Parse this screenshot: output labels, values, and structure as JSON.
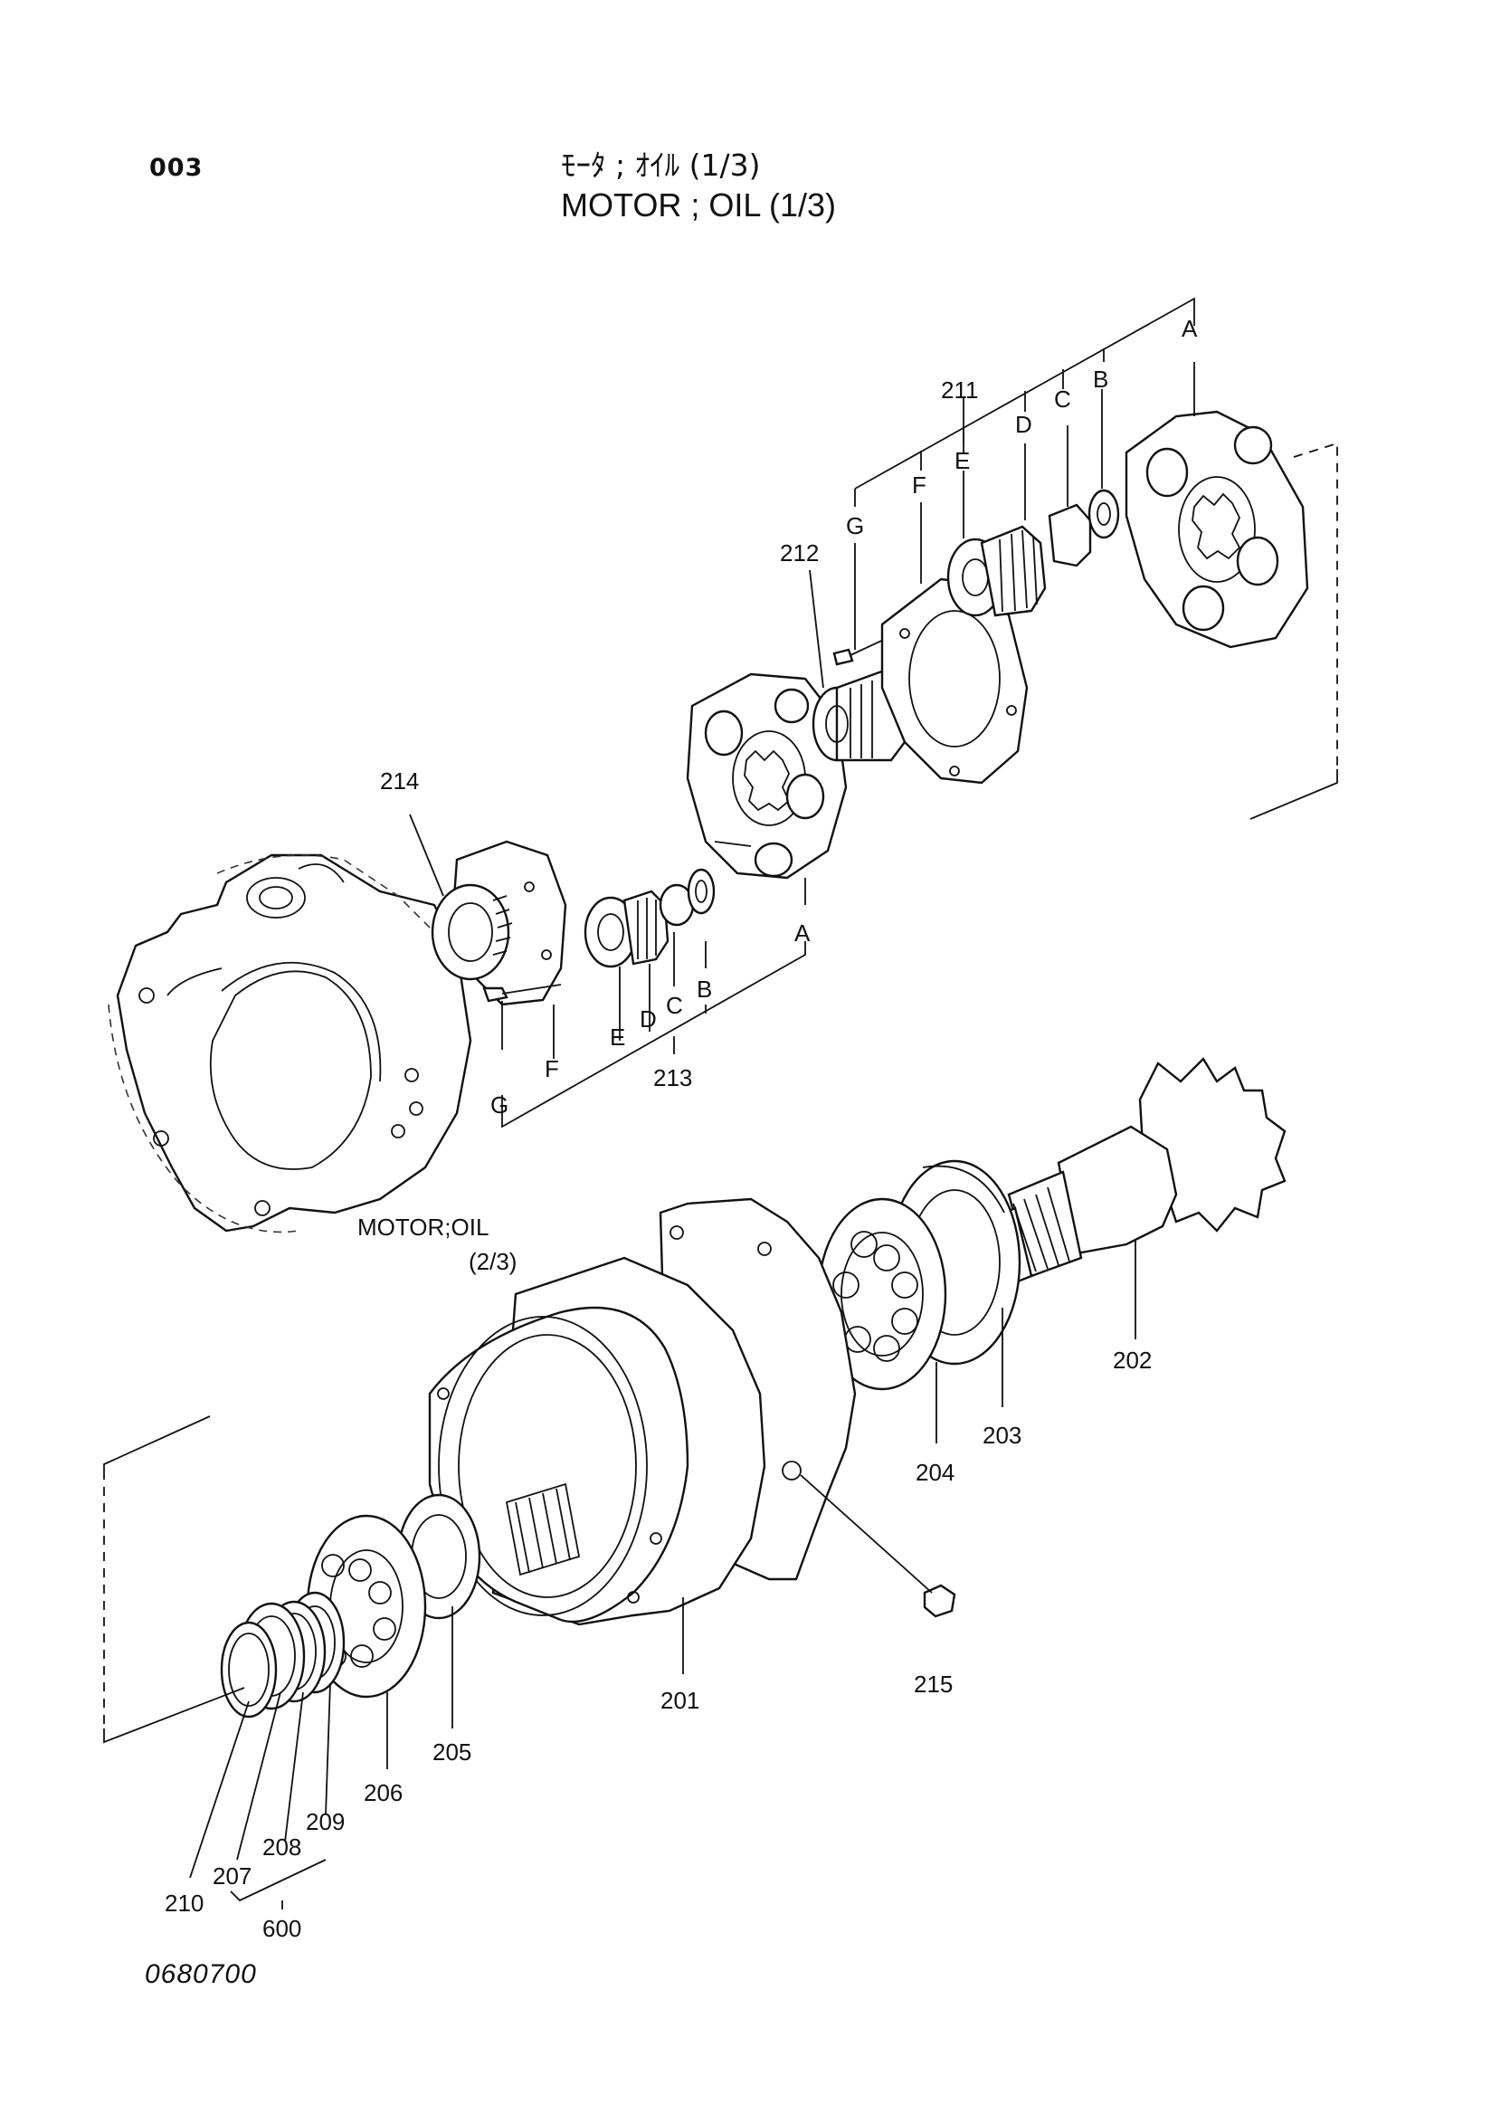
{
  "header": {
    "page_number": "003",
    "title_ja": "ﾓｰﾀ ; ｵｲﾙ (1/3)",
    "title_en": "MOTOR ; OIL (1/3)"
  },
  "footer": {
    "document_code": "0680700"
  },
  "reference": {
    "line1": "MOTOR;OIL",
    "line2": "(2/3)"
  },
  "callouts": {
    "p201": "201",
    "p202": "202",
    "p203": "203",
    "p204": "204",
    "p205": "205",
    "p206": "206",
    "p207": "207",
    "p208": "208",
    "p209": "209",
    "p210": "210",
    "p211": "211",
    "p212": "212",
    "p213": "213",
    "p214": "214",
    "p215": "215",
    "p600": "600"
  },
  "letters": {
    "A": "A",
    "B": "B",
    "C": "C",
    "D": "D",
    "E": "E",
    "F": "F",
    "G": "G"
  }
}
